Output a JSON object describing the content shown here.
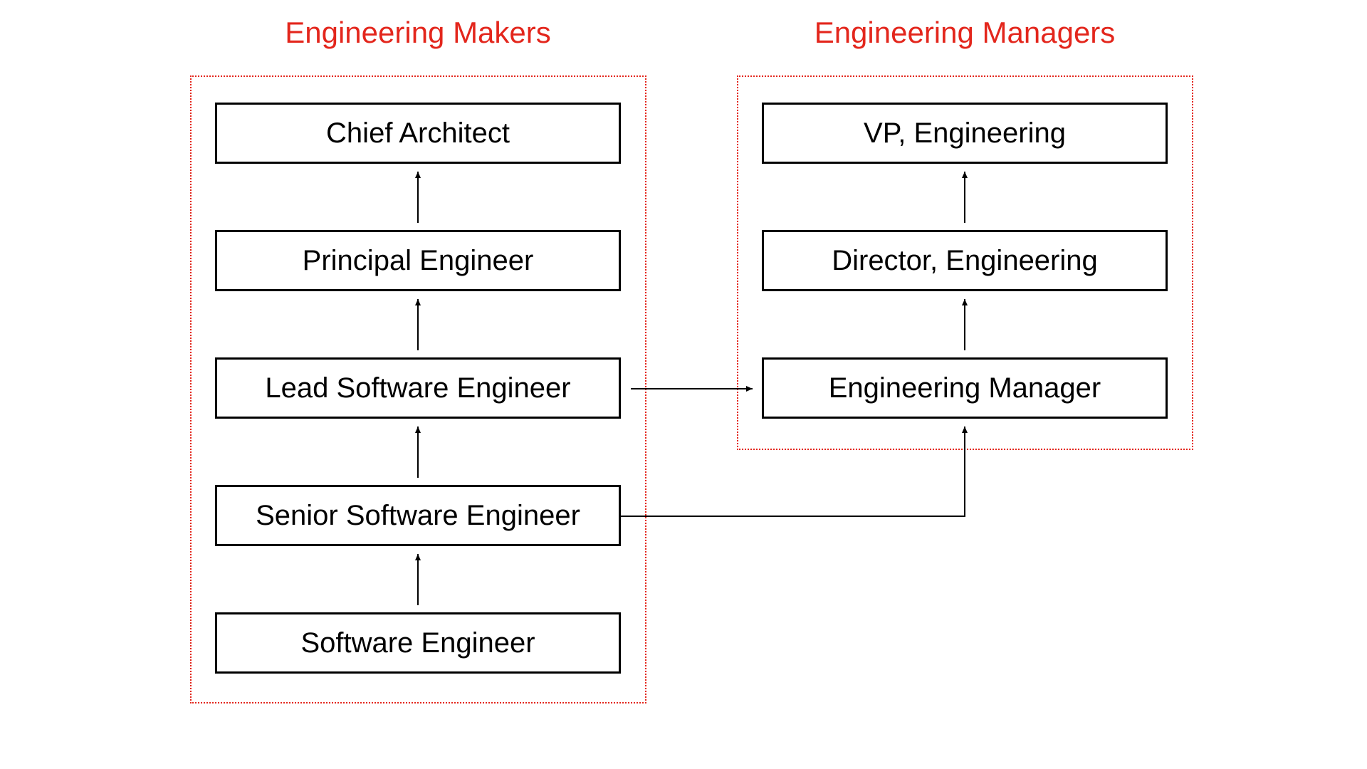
{
  "diagram": {
    "colors": {
      "group_title": "#e3261c",
      "group_border": "#e3261c",
      "node_border": "#000000",
      "arrow": "#000000"
    },
    "groups": [
      {
        "title": "Engineering Makers",
        "nodes": [
          "Chief Architect",
          "Principal Engineer",
          "Lead Software Engineer",
          "Senior Software Engineer",
          "Software Engineer"
        ]
      },
      {
        "title": "Engineering Managers",
        "nodes": [
          "VP, Engineering",
          "Director, Engineering",
          "Engineering Manager"
        ]
      }
    ],
    "edges": [
      {
        "from": "Software Engineer",
        "to": "Senior Software Engineer"
      },
      {
        "from": "Senior Software Engineer",
        "to": "Lead Software Engineer"
      },
      {
        "from": "Lead Software Engineer",
        "to": "Principal Engineer"
      },
      {
        "from": "Principal Engineer",
        "to": "Chief Architect"
      },
      {
        "from": "Engineering Manager",
        "to": "Director, Engineering"
      },
      {
        "from": "Director, Engineering",
        "to": "VP, Engineering"
      },
      {
        "from": "Lead Software Engineer",
        "to": "Engineering Manager"
      },
      {
        "from": "Senior Software Engineer",
        "to": "Engineering Manager"
      }
    ]
  }
}
